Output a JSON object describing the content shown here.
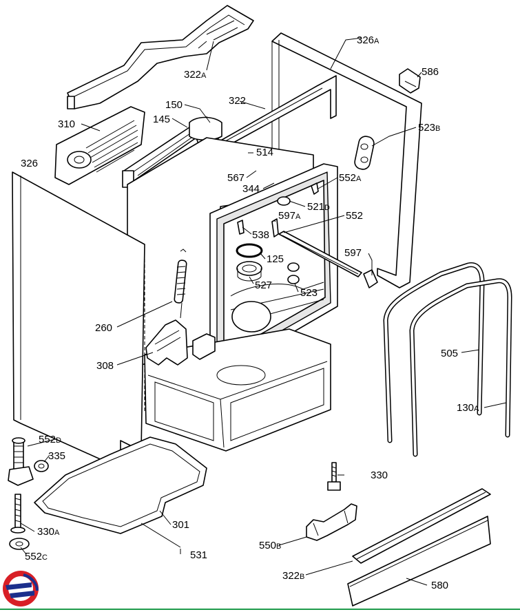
{
  "diagram": {
    "labels": [
      {
        "key": "l322A",
        "text": "322",
        "suffix": "A"
      },
      {
        "key": "l326A",
        "text": "326",
        "suffix": "A"
      },
      {
        "key": "l586",
        "text": "586",
        "suffix": ""
      },
      {
        "key": "l322",
        "text": "322",
        "suffix": ""
      },
      {
        "key": "l150",
        "text": "150",
        "suffix": ""
      },
      {
        "key": "l145",
        "text": "145",
        "suffix": ""
      },
      {
        "key": "l310",
        "text": "310",
        "suffix": ""
      },
      {
        "key": "l523B",
        "text": "523",
        "suffix": "B"
      },
      {
        "key": "l514",
        "text": "514",
        "suffix": ""
      },
      {
        "key": "l326",
        "text": "326",
        "suffix": ""
      },
      {
        "key": "l567",
        "text": "567",
        "suffix": ""
      },
      {
        "key": "l552A",
        "text": "552",
        "suffix": "A"
      },
      {
        "key": "l344",
        "text": "344",
        "suffix": ""
      },
      {
        "key": "l521D",
        "text": "521",
        "suffix": "D"
      },
      {
        "key": "l597A",
        "text": "597",
        "suffix": "A"
      },
      {
        "key": "l552",
        "text": "552",
        "suffix": ""
      },
      {
        "key": "l538",
        "text": "538",
        "suffix": ""
      },
      {
        "key": "l597",
        "text": "597",
        "suffix": ""
      },
      {
        "key": "l125",
        "text": "125",
        "suffix": ""
      },
      {
        "key": "l527",
        "text": "527",
        "suffix": ""
      },
      {
        "key": "l523",
        "text": "523",
        "suffix": ""
      },
      {
        "key": "l260",
        "text": "260",
        "suffix": ""
      },
      {
        "key": "l505",
        "text": "505",
        "suffix": ""
      },
      {
        "key": "l308",
        "text": "308",
        "suffix": ""
      },
      {
        "key": "l130A",
        "text": "130",
        "suffix": "A"
      },
      {
        "key": "l552D",
        "text": "552",
        "suffix": "D"
      },
      {
        "key": "l335",
        "text": "335",
        "suffix": ""
      },
      {
        "key": "l330",
        "text": "330",
        "suffix": ""
      },
      {
        "key": "l330A",
        "text": "330",
        "suffix": "A"
      },
      {
        "key": "l301",
        "text": "301",
        "suffix": ""
      },
      {
        "key": "l550B",
        "text": "550",
        "suffix": "B"
      },
      {
        "key": "l552C",
        "text": "552",
        "suffix": "C"
      },
      {
        "key": "l531",
        "text": "531",
        "suffix": ""
      },
      {
        "key": "l322B",
        "text": "322",
        "suffix": "B"
      },
      {
        "key": "l580",
        "text": "580",
        "suffix": ""
      }
    ]
  },
  "colors": {
    "line": "#000000",
    "logo_red": "#d81f26",
    "logo_blue": "#1c2f8c",
    "footer_green": "#1e9a4a"
  },
  "icons": {
    "logo": "brand-logo-icon"
  }
}
